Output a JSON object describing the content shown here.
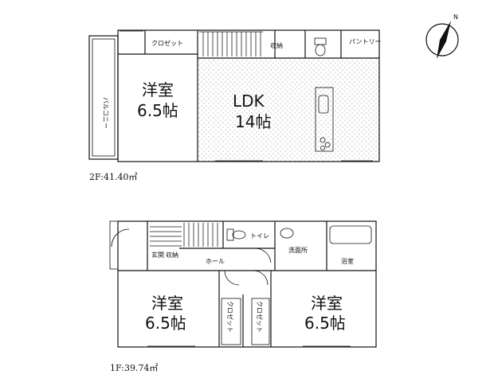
{
  "floors": {
    "second": {
      "area_label": "2F:41.40㎡",
      "rooms": {
        "western_room": {
          "name": "洋室",
          "size": "6.5帖"
        },
        "ldk": {
          "name": "LDK",
          "size": "14帖"
        },
        "closet": "クロゼット",
        "balcony": "バルコニー",
        "storage": "収納",
        "pantry": "パントリー"
      }
    },
    "first": {
      "area_label": "1F:39.74㎡",
      "rooms": {
        "western_room_left": {
          "name": "洋室",
          "size": "6.5帖"
        },
        "western_room_right": {
          "name": "洋室",
          "size": "6.5帖"
        },
        "closet_left": "クロゼット",
        "closet_right": "クロゼット",
        "toilet": "トイレ",
        "hall": "ホール",
        "washroom": "洗面所",
        "bath": "浴室",
        "entrance": "玄関",
        "storage": "収納"
      }
    }
  },
  "compass": {
    "label": "N",
    "icon": "north-arrow-icon"
  }
}
